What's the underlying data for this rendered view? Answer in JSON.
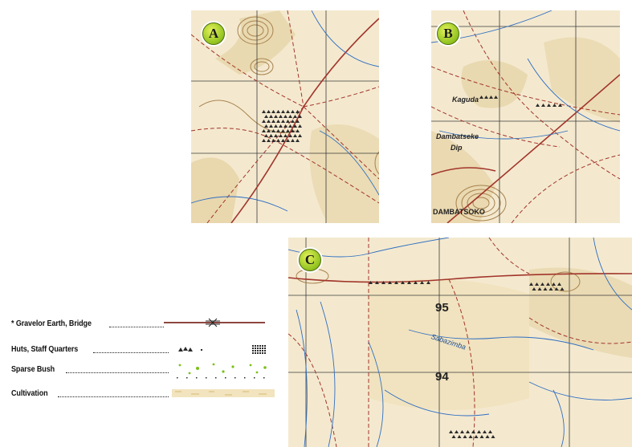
{
  "panels": [
    {
      "label": "A"
    },
    {
      "label": "B",
      "places": [
        "Kaguda",
        "Dambatseke",
        "Dip",
        "DAMBATSOKO"
      ]
    },
    {
      "label": "C",
      "grid_numbers": [
        "95",
        "94"
      ],
      "river_name": "Sabazimba"
    }
  ],
  "legend": {
    "items": [
      {
        "label": "* Gravelor Earth, Bridge",
        "symbol": "road-bridge-icon"
      },
      {
        "label": "Huts, Staff Quarters",
        "symbol": "huts-icon"
      },
      {
        "label": "Sparse Bush",
        "symbol": "sparse-bush-icon"
      },
      {
        "label": "Cultivation",
        "symbol": "cultivation-icon"
      }
    ]
  },
  "colors": {
    "map_background": "#f4e9cf",
    "road": "#a2352b",
    "water": "#2f6ec2",
    "contour": "#a7824e",
    "grid": "#3a3a3a",
    "vegetation": "#8fc21e"
  }
}
